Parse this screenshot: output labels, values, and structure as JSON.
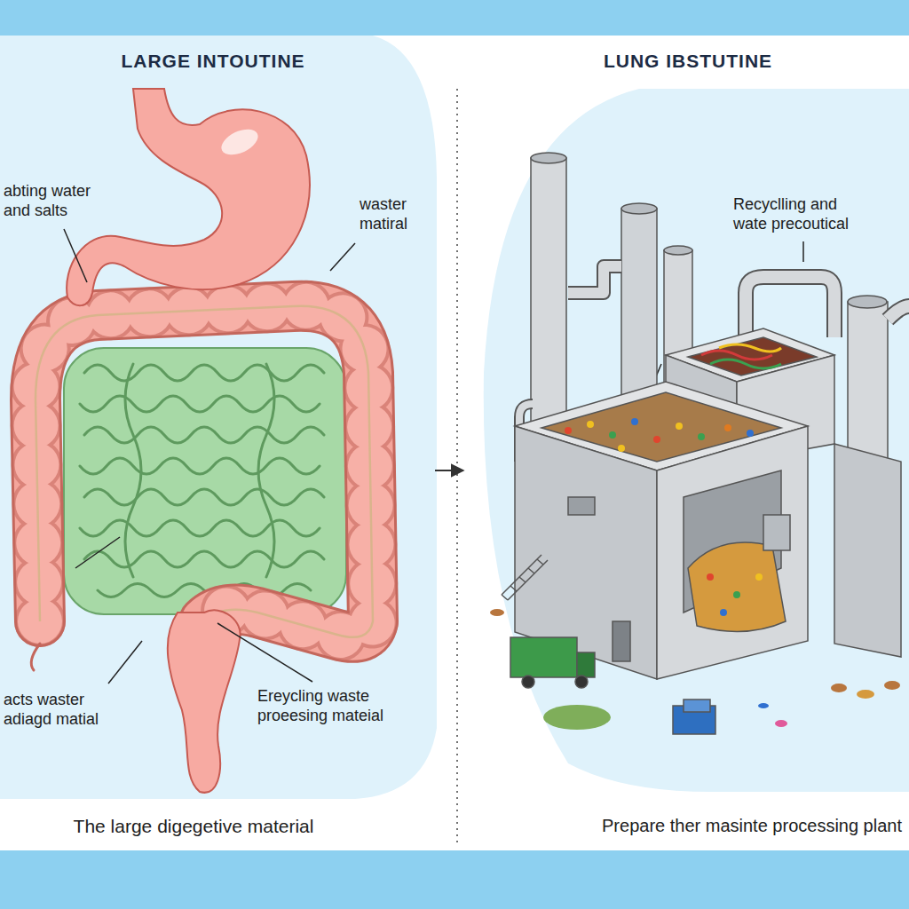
{
  "diagram": {
    "labels": [
      "LARGE INTOUTINE",
      "LUNG IBSTUTINE",
      "abting water and salts",
      "waster matiral",
      "acts waster adiagd matial",
      "Ereycling waste proeesing mateial",
      "The large digegetive material",
      "Recyclling and wate precoutical",
      "Prepare ther masinte processing plant"
    ]
  }
}
